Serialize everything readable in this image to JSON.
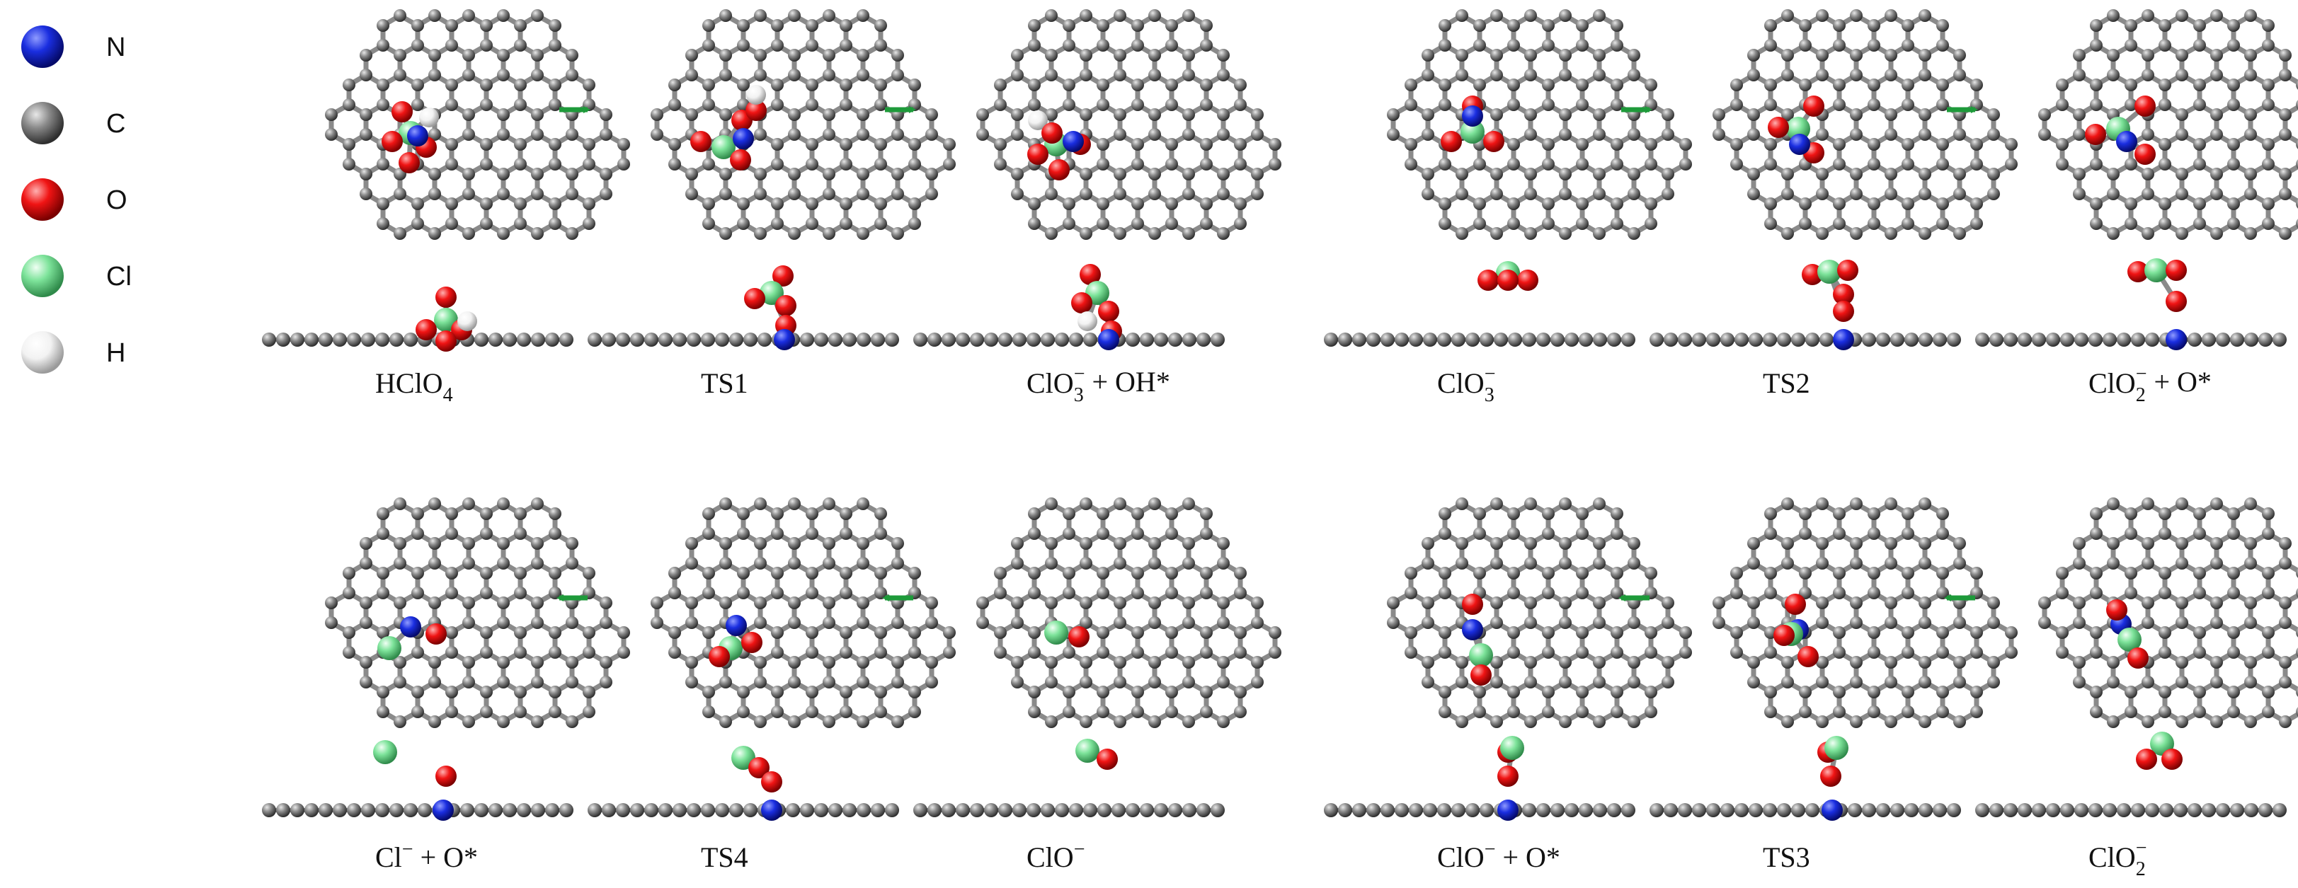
{
  "legend": [
    {
      "label": "N",
      "color": "#1a2ee0"
    },
    {
      "label": "C",
      "color": "#6b6b6b"
    },
    {
      "label": "O",
      "color": "#f01414"
    },
    {
      "label": "Cl",
      "color": "#7de39a"
    },
    {
      "label": "H",
      "color": "#f2f2f2"
    }
  ],
  "panels": [
    {
      "id": "hclo4",
      "caption": "HClO4",
      "cap_main": "HClO",
      "cap_sub": "4",
      "cap_sup": "",
      "cap_tail": "",
      "top": "hclo4",
      "side": "hclo4"
    },
    {
      "id": "ts1",
      "caption": "TS1",
      "cap_main": "TS1",
      "cap_sub": "",
      "cap_sup": "",
      "cap_tail": "",
      "top": "ts1",
      "side": "ts1"
    },
    {
      "id": "clo3-oh",
      "caption": "ClO3− + OH*",
      "cap_main": "ClO",
      "cap_sub": "3",
      "cap_sup": "−",
      "cap_tail": " + OH*",
      "top": "clo3oh",
      "side": "clo3oh"
    },
    {
      "id": "clo3",
      "caption": "ClO3−",
      "cap_main": "ClO",
      "cap_sub": "3",
      "cap_sup": "−",
      "cap_tail": "",
      "top": "clo3",
      "side": "clo3"
    },
    {
      "id": "ts2",
      "caption": "TS2",
      "cap_main": "TS2",
      "cap_sub": "",
      "cap_sup": "",
      "cap_tail": "",
      "top": "ts2",
      "side": "ts2"
    },
    {
      "id": "clo2-o",
      "caption": "ClO2− + O*",
      "cap_main": "ClO",
      "cap_sub": "2",
      "cap_sup": "−",
      "cap_tail": " + O*",
      "top": "clo2o",
      "side": "clo2o"
    },
    {
      "id": "cl-o",
      "caption": "Cl− + O*",
      "cap_main": "Cl",
      "cap_sub": "",
      "cap_sup": "−",
      "cap_tail": " + O*",
      "top": "clo_final",
      "side": "clo_final"
    },
    {
      "id": "ts4",
      "caption": "TS4",
      "cap_main": "TS4",
      "cap_sub": "",
      "cap_sup": "",
      "cap_tail": "",
      "top": "ts4",
      "side": "ts4"
    },
    {
      "id": "clo",
      "caption": "ClO−",
      "cap_main": "ClO",
      "cap_sub": "",
      "cap_sup": "−",
      "cap_tail": "",
      "top": "clo",
      "side": "clo"
    },
    {
      "id": "clo-o",
      "caption": "ClO− + O*",
      "cap_main": "ClO",
      "cap_sub": "",
      "cap_sup": "−",
      "cap_tail": " + O*",
      "top": "cloo",
      "side": "cloo"
    },
    {
      "id": "ts3",
      "caption": "TS3",
      "cap_main": "TS3",
      "cap_sub": "",
      "cap_sup": "",
      "cap_tail": "",
      "top": "ts3",
      "side": "ts3"
    },
    {
      "id": "clo2",
      "caption": "ClO2−",
      "cap_main": "ClO",
      "cap_sub": "2",
      "cap_sup": "−",
      "cap_tail": "",
      "top": "clo2",
      "side": "clo2"
    }
  ],
  "arrows": [
    {
      "from": "hclo4",
      "to": "ts1",
      "direction": "right"
    },
    {
      "from": "ts1",
      "to": "clo3-oh",
      "direction": "right"
    },
    {
      "from": "clo3",
      "to": "ts2",
      "direction": "right"
    },
    {
      "from": "ts2",
      "to": "clo2-o",
      "direction": "right"
    },
    {
      "from": "clo",
      "to": "ts4",
      "direction": "left"
    },
    {
      "from": "ts4",
      "to": "cl-o",
      "direction": "left"
    },
    {
      "from": "clo2",
      "to": "ts3",
      "direction": "left"
    },
    {
      "from": "ts3",
      "to": "clo-o",
      "direction": "left"
    }
  ],
  "colors": {
    "arrow": "#1e9a3a",
    "carbon": "#6b6b6b",
    "nitrogen": "#1a2ee0",
    "oxygen": "#f01414",
    "chlorine": "#7de39a",
    "hydrogen": "#f2f2f2"
  }
}
